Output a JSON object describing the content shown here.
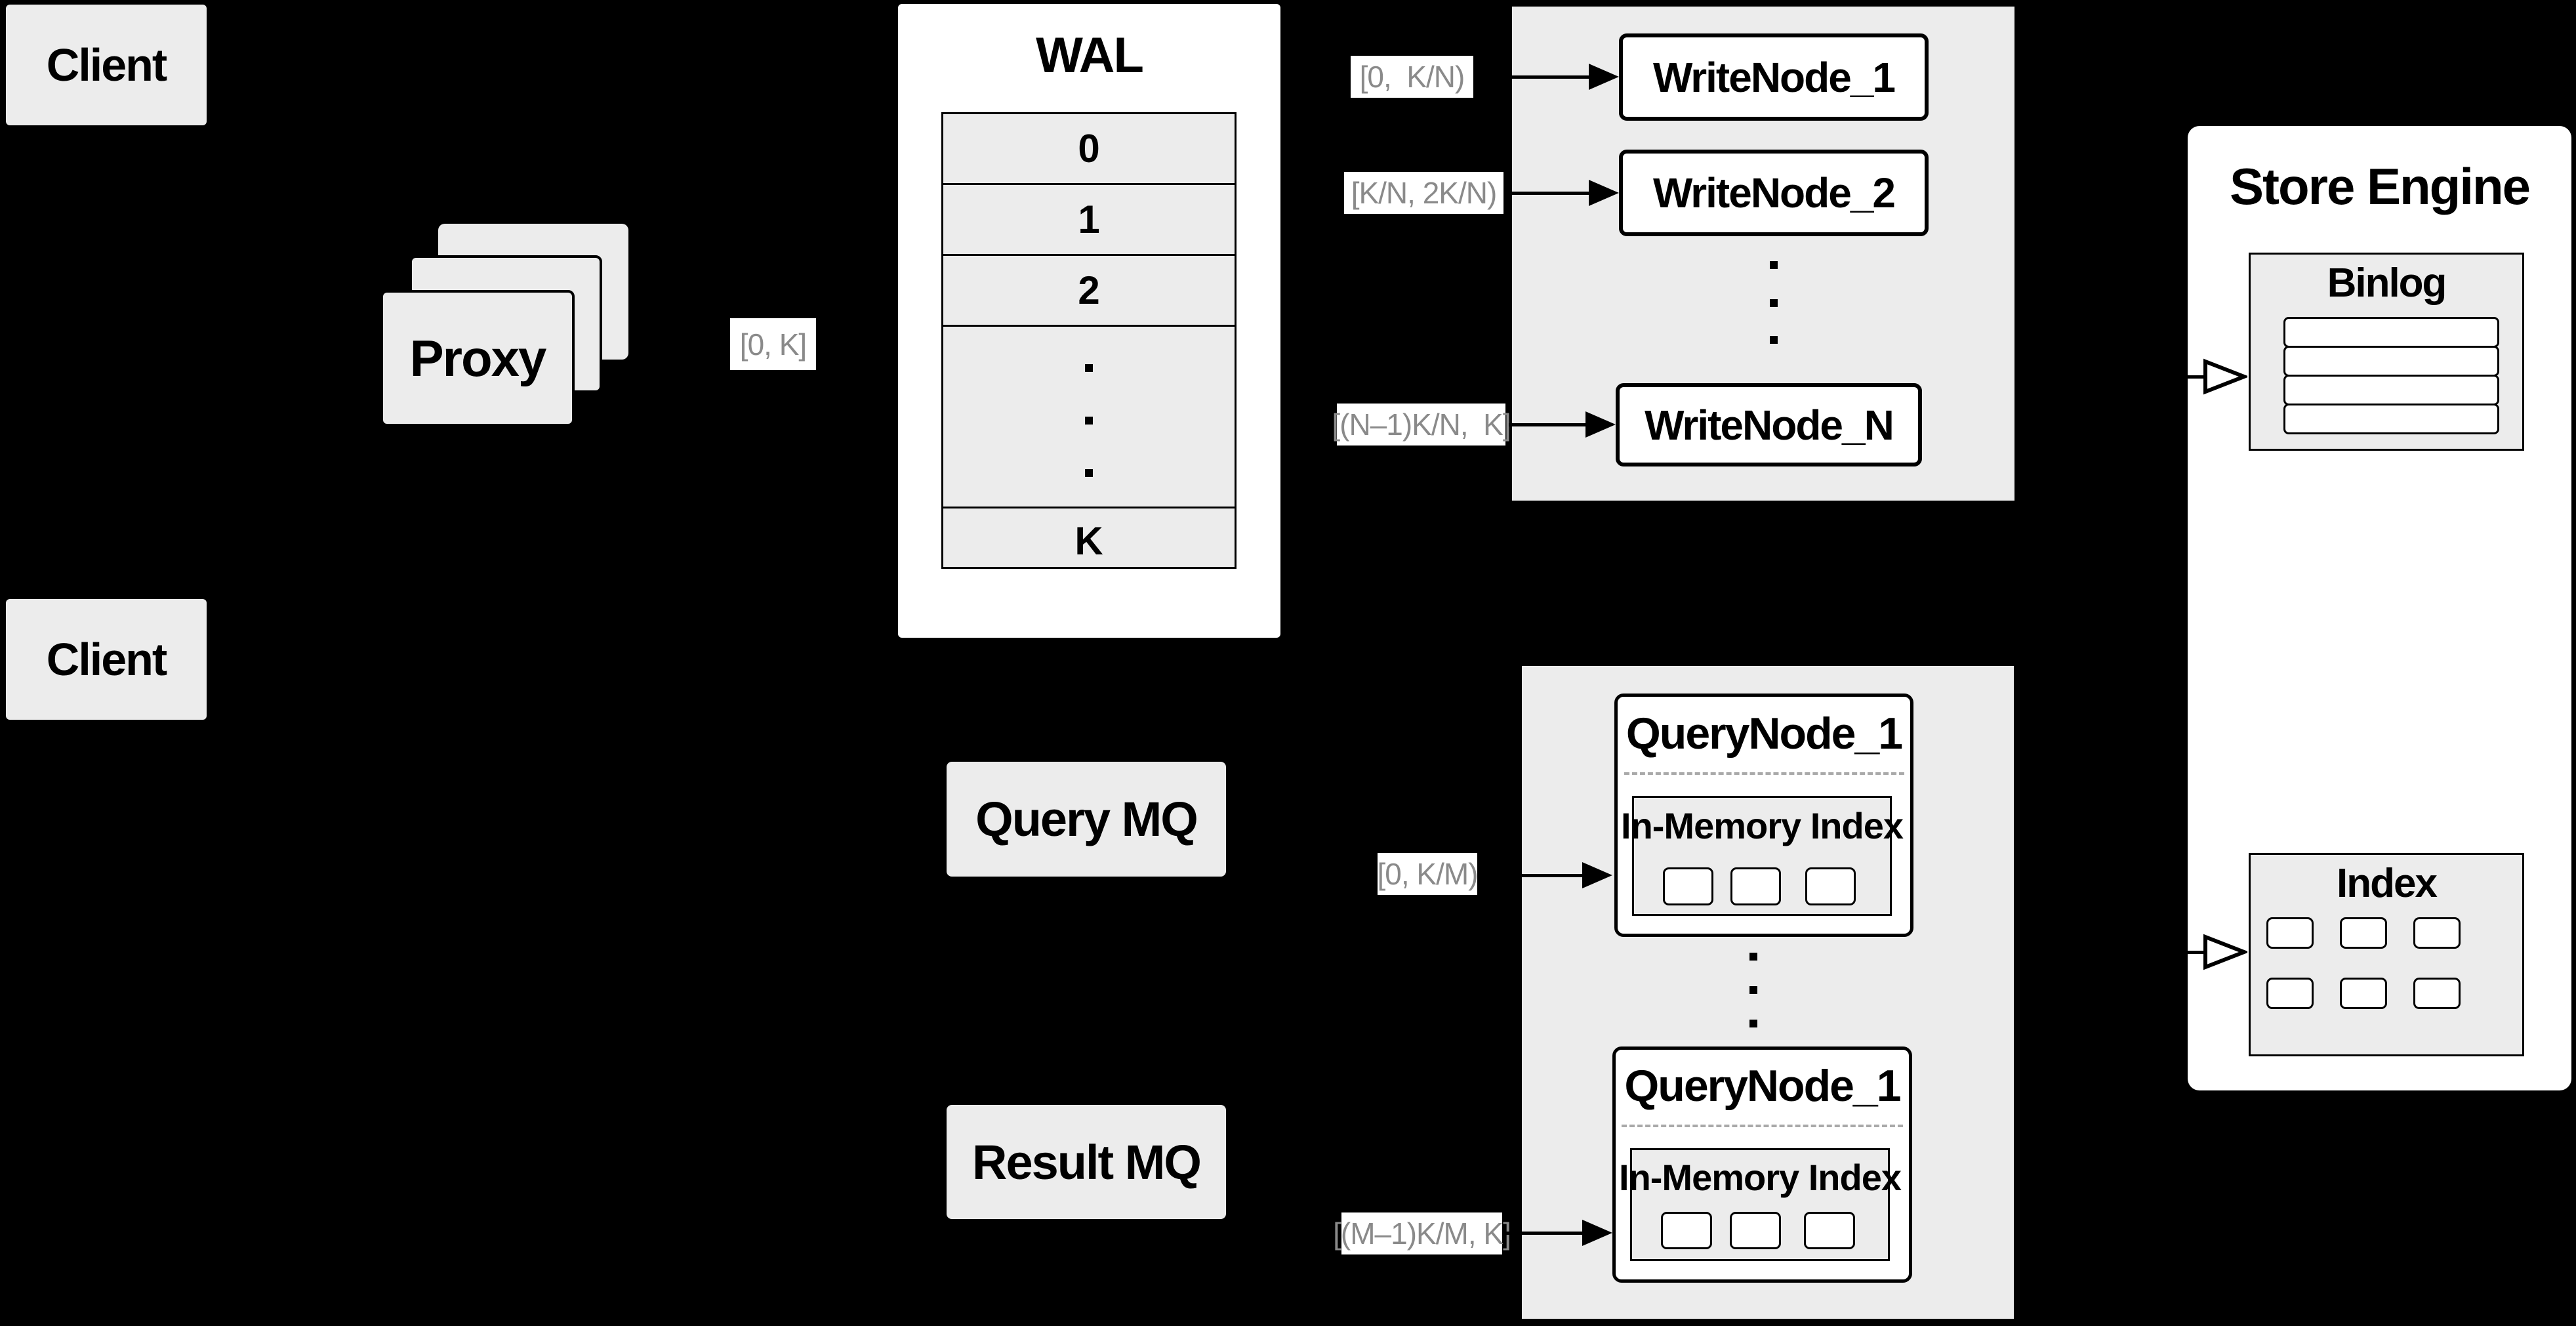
{
  "colors": {
    "background": "#000000",
    "panel_gray": "#ececec",
    "box_white": "#ffffff",
    "line_black": "#000000",
    "range_text_gray": "#8a8a8a",
    "dashed_divider_gray": "#a9a9a9"
  },
  "clients": {
    "top": {
      "label": "Client"
    },
    "bottom": {
      "label": "Client"
    }
  },
  "proxy": {
    "label": "Proxy",
    "range": "[0, K]"
  },
  "wal": {
    "title": "WAL",
    "rows": [
      "0",
      "1",
      "2",
      "K"
    ]
  },
  "write": {
    "nodes": [
      {
        "label": "WriteNode_1",
        "range": "[0,  K/N)"
      },
      {
        "label": "WriteNode_2",
        "range": "[K/N, 2K/N)"
      },
      {
        "label": "WriteNode_N",
        "range": "[(N–1)K/N,  K]"
      }
    ]
  },
  "query": {
    "query_mq_label": "Query MQ",
    "result_mq_label": "Result MQ",
    "nodes": [
      {
        "title": "QueryNode_1",
        "subtitle": "In-Memory Index",
        "range": "[0, K/M)"
      },
      {
        "title": "QueryNode_1",
        "subtitle": "In-Memory Index",
        "range": "[(M–1)K/M, K]"
      }
    ]
  },
  "store": {
    "title": "Store Engine",
    "binlog_title": "Binlog",
    "index_title": "Index"
  }
}
